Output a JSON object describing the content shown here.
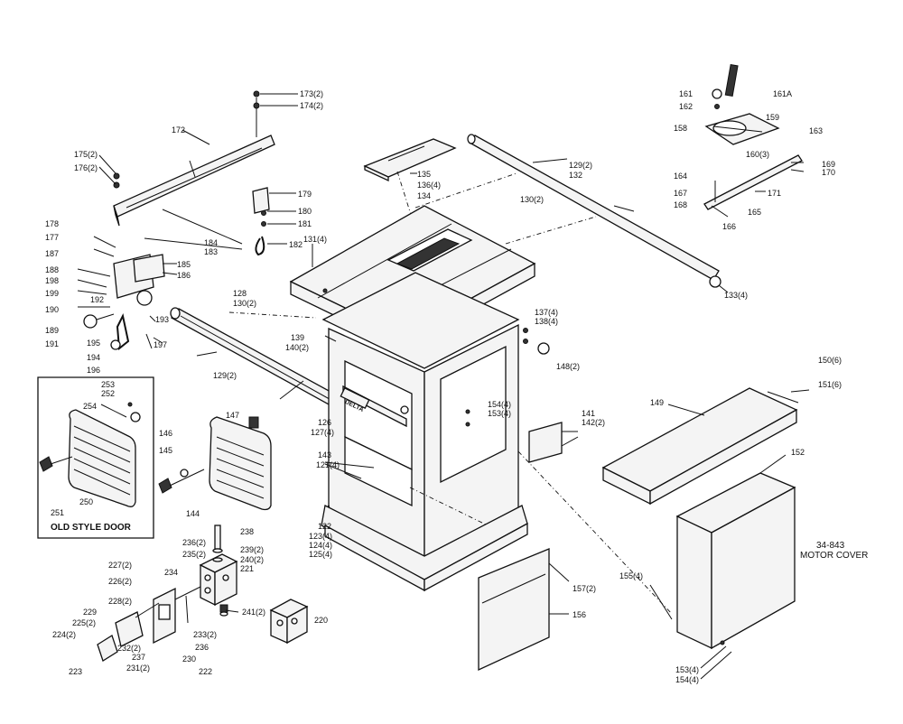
{
  "labels": {
    "l173": "173(2)",
    "l174": "174(2)",
    "l172": "172",
    "l175": "175(2)",
    "l176": "176(2)",
    "l179": "179",
    "l180": "180",
    "l181": "181",
    "l182": "182",
    "l184": "184",
    "l183": "183",
    "l178": "178",
    "l177": "177",
    "l187": "187",
    "l188": "188",
    "l198": "198",
    "l199": "199",
    "l190": "190",
    "l189": "189",
    "l191": "191",
    "l192": "192",
    "l185": "185",
    "l186": "186",
    "l193": "193",
    "l195": "195",
    "l194": "194",
    "l196": "196",
    "l197": "197",
    "l128": "128",
    "l130b": "130(2)",
    "l129a": "129(2)",
    "l129b": "129(2)",
    "l130a": "130(2)",
    "l132": "132",
    "l133": "133(4)",
    "l135": "135",
    "l136": "136(4)",
    "l134": "134",
    "l131": "131(4)",
    "l161": "161",
    "l162": "162",
    "l161a": "161A",
    "l159": "159",
    "l158": "158",
    "l160": "160(3)",
    "l163": "163",
    "l169": "169",
    "l170": "170",
    "l164": "164",
    "l167": "167",
    "l171": "171",
    "l168": "168",
    "l165": "165",
    "l166": "166",
    "l137": "137(4)",
    "l138": "138(4)",
    "l148": "148(2)",
    "l139": "139",
    "l140": "140(2)",
    "l126": "126",
    "l127": "127(4)",
    "l154a": "154(4)",
    "l153a": "153(4)",
    "l141": "141",
    "l142": "142(2)",
    "l143": "143",
    "l121": "121(4)",
    "l122": "122",
    "l123": "123(4)",
    "l124": "124(4)",
    "l125": "125(4)",
    "l150": "150(6)",
    "l151": "151(6)",
    "l149": "149",
    "l152": "152",
    "l155": "155(4)",
    "l157": "157(2)",
    "l156": "156",
    "l153b": "153(4)",
    "l154b": "154(4)",
    "l253": "253",
    "l252": "252",
    "l254": "254",
    "l250": "250",
    "l251": "251",
    "l147": "147",
    "l146": "146",
    "l145": "145",
    "l144": "144",
    "l238": "238",
    "l236": "236(2)",
    "l235": "235(2)",
    "l239": "239(2)",
    "l240": "240(2)",
    "l221": "221",
    "l227": "227(2)",
    "l234": "234",
    "l226": "226(2)",
    "l228": "228(2)",
    "l229": "229",
    "l225": "225(2)",
    "l224": "224(2)",
    "l223": "223",
    "l241": "241(2)",
    "l220": "220",
    "l233": "233(2)",
    "l236b": "236",
    "l232": "232(2)",
    "l237": "237",
    "l230": "230",
    "l231": "231(2)",
    "l222": "222"
  },
  "callouts": {
    "old_style_door": "OLD STYLE DOOR",
    "motor_cover_code": "34-843",
    "motor_cover_name": "MOTOR COVER",
    "delta_badge": "DELTA"
  }
}
